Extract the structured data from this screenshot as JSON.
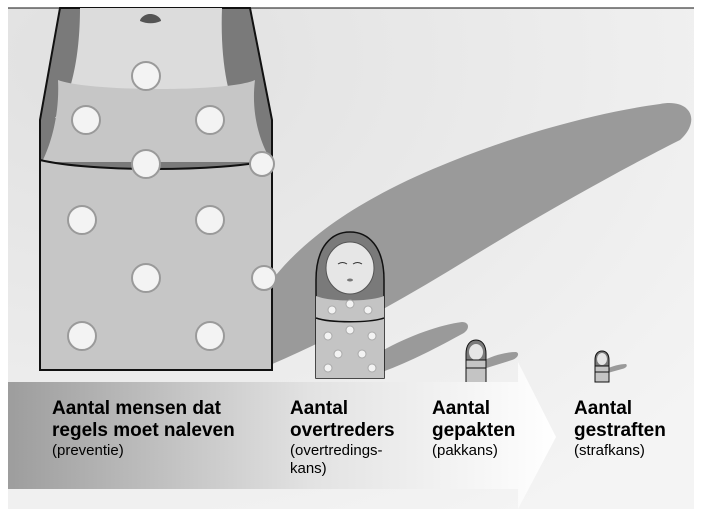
{
  "colors": {
    "background": "#e9e9e9",
    "shadow": "#9a9a9a",
    "doll_body": "#c4c4c4",
    "doll_face": "#dedede",
    "doll_hair": "#7a7a7a",
    "dots": "#f3f3f3",
    "arrow_start": "#9d9d9d",
    "arrow_end": "#ffffff"
  },
  "stages": [
    {
      "title_lines": [
        "Aantal mensen dat",
        "regels moet naleven"
      ],
      "sub_lines": [
        "(preventie)"
      ]
    },
    {
      "title_lines": [
        "Aantal",
        "overtreders"
      ],
      "sub_lines": [
        "(overtredings-",
        "kans)"
      ]
    },
    {
      "title_lines": [
        "Aantal",
        "gepakten"
      ],
      "sub_lines": [
        "(pakkans)"
      ]
    },
    {
      "title_lines": [
        "Aantal",
        "gestraften"
      ],
      "sub_lines": [
        "(strafkans)"
      ]
    }
  ]
}
